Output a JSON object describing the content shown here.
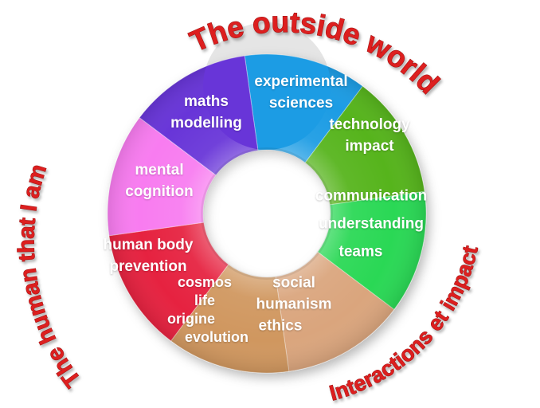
{
  "background": "#ffffff",
  "titles": {
    "top": "The outside world",
    "right": "Interactions et impact",
    "left": "The human that I am",
    "color": "#dd1f1f"
  },
  "segments": [
    {
      "id": "experimental-sciences",
      "color": "#1b9ce4",
      "lines": [
        "experimental",
        "sciences"
      ]
    },
    {
      "id": "technology-impact",
      "color": "#56b41c",
      "lines": [
        "technology",
        "impact"
      ]
    },
    {
      "id": "communication-understanding-teams",
      "color": "#2cd854",
      "lines": [
        "communication",
        "understanding",
        "teams"
      ]
    },
    {
      "id": "social-humanism-ethics",
      "color": "#daa57d",
      "lines": [
        "social",
        "humanism",
        "ethics"
      ]
    },
    {
      "id": "cosmos-life-origine-evolution",
      "color": "#d0975f",
      "lines": [
        "cosmos",
        "life",
        "origine",
        "evolution"
      ]
    },
    {
      "id": "human-body-prevention",
      "color": "#e62440",
      "lines": [
        "human body",
        "prevention"
      ]
    },
    {
      "id": "mental-cognition",
      "color": "#f87cf0",
      "lines": [
        "mental",
        "cognition"
      ]
    },
    {
      "id": "maths-modelling",
      "color": "#6836d8",
      "lines": [
        "maths",
        "modelling"
      ]
    }
  ]
}
